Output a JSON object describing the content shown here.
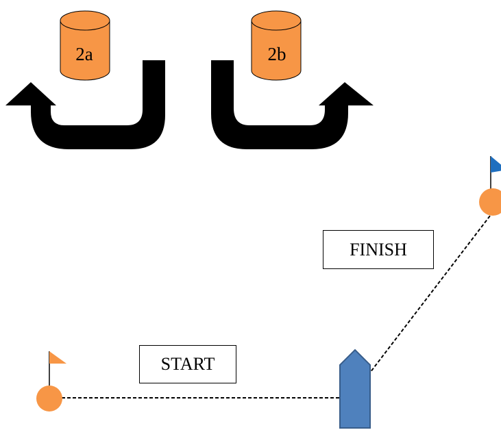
{
  "labels": {
    "start": "START",
    "finish": "FINISH"
  },
  "buoys": {
    "left_turn": "2a",
    "right_turn": "2b"
  },
  "colors": {
    "buoy_orange": "#f79646",
    "buoy_outline": "#000000",
    "arrow": "#000000",
    "boat_blue": "#4f81bd",
    "boat_outline": "#385d8a",
    "flag_blue": "#1f6fbf",
    "line": "#000000"
  },
  "icons": {
    "buoy": "cylinder-buoy-icon",
    "turn_left": "u-turn-left-arrow-icon",
    "turn_right": "u-turn-right-arrow-icon",
    "boat": "boat-icon",
    "start_marker": "orange-flag-buoy-icon",
    "finish_marker": "blue-flag-buoy-icon"
  }
}
